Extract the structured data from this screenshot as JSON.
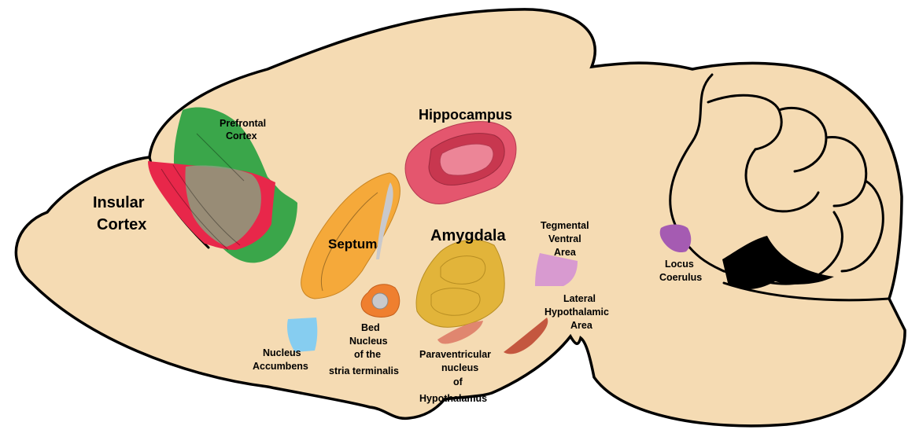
{
  "labels": {
    "prefrontal_cortex": [
      "Prefrontal",
      "Cortex"
    ],
    "insular_cortex": [
      "Insular",
      "Cortex"
    ],
    "hippocampus": "Hippocampus",
    "septum": "Septum",
    "amygdala": "Amygdala",
    "tegmental_ventral_area": [
      "Tegmental",
      "Ventral",
      "Area"
    ],
    "locus_coeruleus": [
      "Locus",
      "Coerulus"
    ],
    "lateral_hypothalamic_area": [
      "Lateral",
      "Hypothalamic",
      "Area"
    ],
    "nucleus_accumbens": [
      "Nucleus",
      "Accumbens"
    ],
    "bed_nucleus": [
      "Bed",
      "Nucleus",
      "of the",
      "stria terminalis"
    ],
    "paraventricular_nucleus": [
      "Paraventricular",
      "nucleus",
      "of",
      "Hypothalamus"
    ]
  },
  "colors": {
    "brain_fill": "#f5dbb3",
    "outline": "#000000",
    "prefrontal": "#3aa64a",
    "insular": "#e8274a",
    "hippocampus": "#e4566e",
    "septum": "#f5a93a",
    "septum_band": "#c9c9cc",
    "amygdala": "#e2b43a",
    "bed_nucleus": "#ef7f2f",
    "bed_nucleus_core": "#c9c9cc",
    "nucleus_accumbens": "#86cdf0",
    "paraventricular": "#e0866f",
    "lateral_hypothalamic": "#c4573f",
    "tegmental_ventral": "#d89ad0",
    "locus_coeruleus": "#a55bb2"
  }
}
